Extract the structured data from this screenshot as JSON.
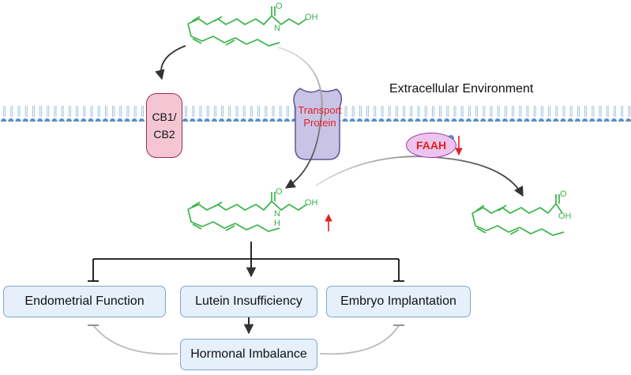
{
  "environment_label": "Extracellular Environment",
  "receptor": {
    "line1": "CB1/",
    "line2": "CB2"
  },
  "transport": {
    "line1": "Transport",
    "line2": "Protein"
  },
  "enzyme": "FAAH",
  "molecule_labels": {
    "amide_n": "N",
    "amide_h": "H",
    "amide_o": "O",
    "hydroxyl": "OH",
    "acid_o": "O",
    "acid_oh": "OH"
  },
  "outcomes": {
    "endometrial": "Endometrial Function",
    "lutein": "Lutein Insufficiency",
    "embryo": "Embryo Implantation",
    "hormonal": "Hormonal Imbalance"
  },
  "colors": {
    "molecule": "#3cb44b",
    "membrane_head": "#5a93c7",
    "receptor": "#f4c6d4",
    "transport": "#c9c4e6",
    "enzyme": "#ecc4ee",
    "highlight": "#e02020",
    "box": "#e6f0fb"
  }
}
